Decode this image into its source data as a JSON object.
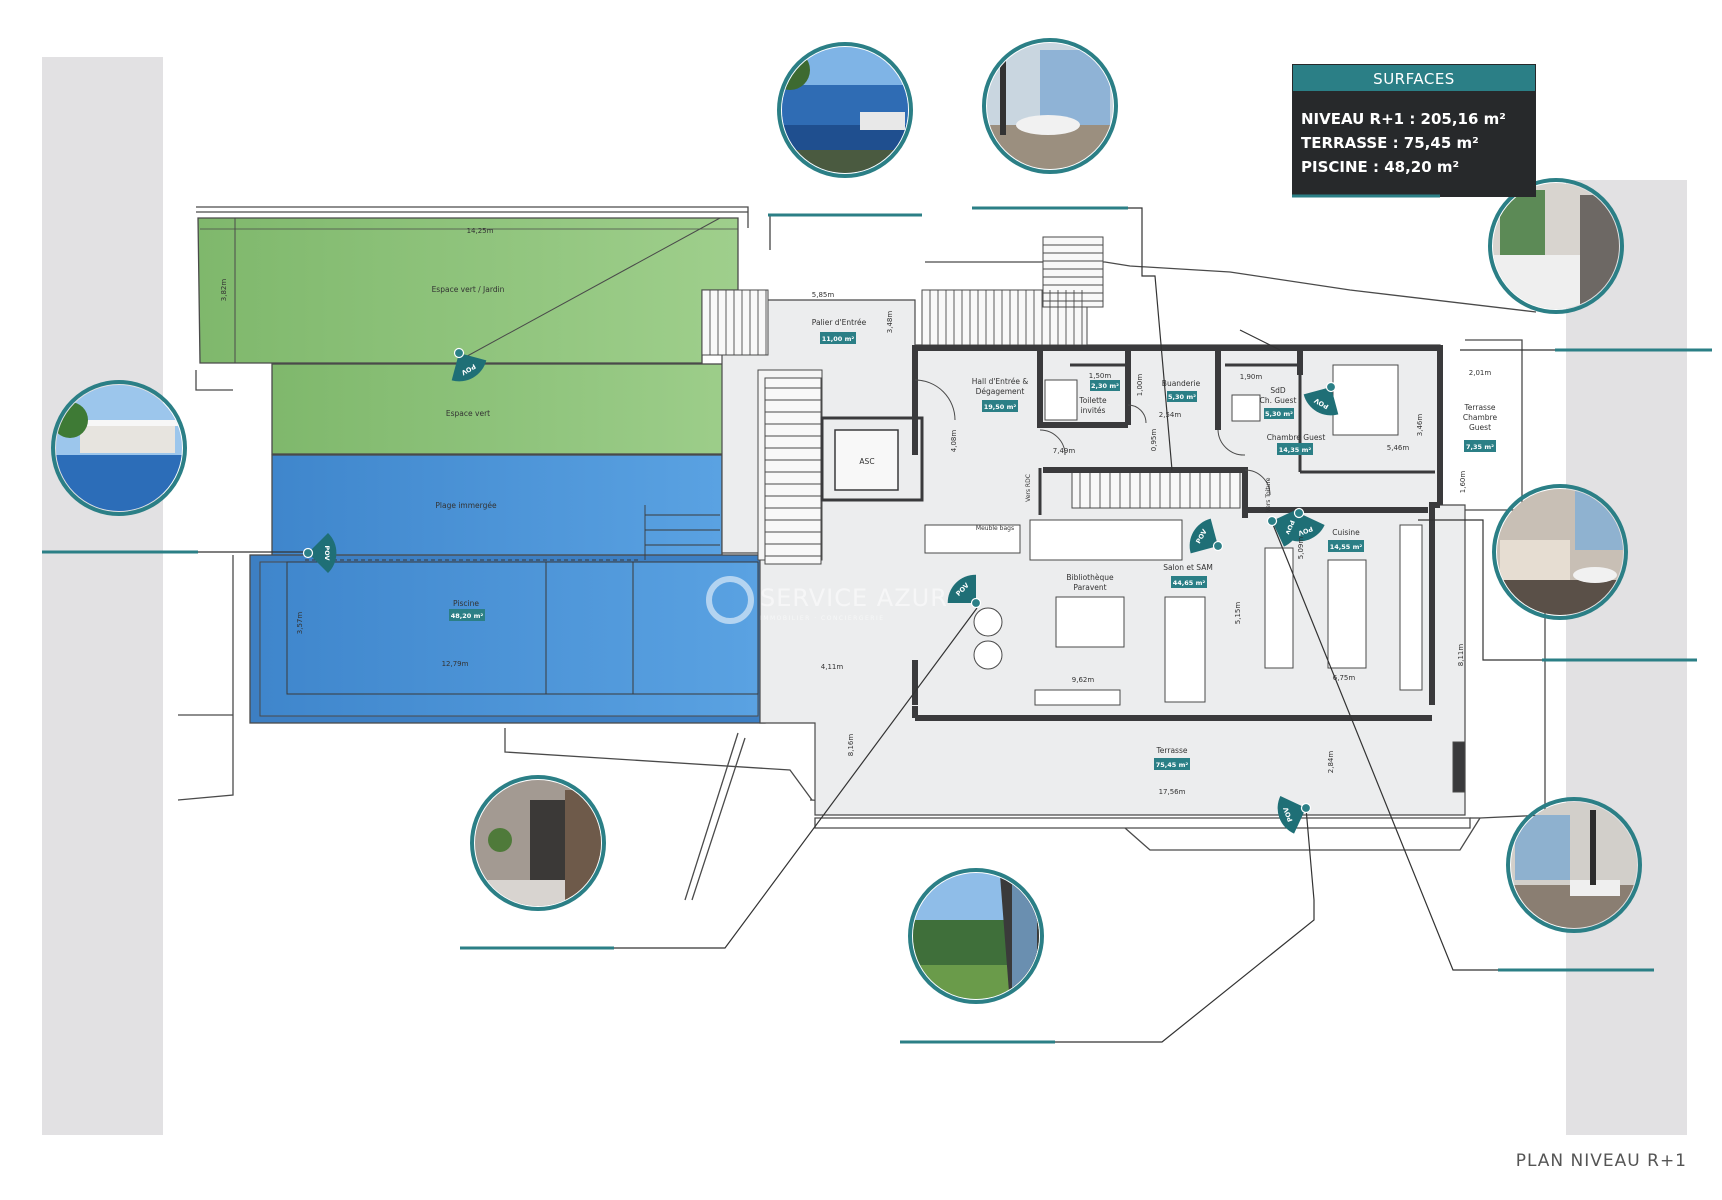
{
  "colors": {
    "teal": "#2b7f86",
    "teal_dark": "#1f5f66",
    "dark_panel": "#27292b",
    "garden": "#8fc47c",
    "garden_dark": "#79b568",
    "pool": "#4b90d3",
    "pool_light": "#5aa0e0",
    "wall": "#3a3a3c",
    "floor": "#ecedee",
    "band": "#e2e1e3"
  },
  "surfaces": {
    "title": "SURFACES",
    "lines": [
      "NIVEAU R+1 : 205,16 m²",
      "TERRASSE : 75,45 m²",
      "PISCINE : 48,20 m²"
    ]
  },
  "footer": {
    "label": "PLAN NIVEAU R+1"
  },
  "watermark": {
    "name": "SERVICE AZUR",
    "tagline": "IMMOBILIER · CONCIERGERIE"
  },
  "rooms": {
    "jardin": "Espace vert / Jardin",
    "espace_vert": "Espace vert",
    "plage": "Plage immergée",
    "piscine": "Piscine",
    "piscine_area": "48,20 m²",
    "palier": "Palier d'Entrée",
    "palier_area": "11,00 m²",
    "asc": "ASC",
    "hall_1": "Hall d'Entrée &",
    "hall_2": "Dégagement",
    "hall_area": "19,50 m²",
    "toilette_1": "Toilette",
    "toilette_2": "invités",
    "toilette_area": "2,30 m²",
    "buanderie": "Buanderie",
    "buanderie_area": "5,30 m²",
    "sdd": "SdD",
    "ch_guest_small": "Ch. Guest",
    "sdd_area": "5,30 m²",
    "chambre_guest": "Chambre Guest",
    "chambre_area": "14,35 m²",
    "terrasse_ch_1": "Terrasse",
    "terrasse_ch_2": "Chambre",
    "terrasse_ch_3": "Guest",
    "terrasse_ch_area": "7,35 m²",
    "meuble": "Meuble bags",
    "biblio_1": "Bibliothèque",
    "biblio_2": "Paravent",
    "salon": "Salon et SAM",
    "salon_area": "44,65 m²",
    "cuisine": "Cuisine",
    "cuisine_area": "14,55 m²",
    "terrasse": "Terrasse",
    "terrasse_area": "75,45 m²"
  },
  "dims": {
    "d1": "14,25m",
    "d2": "3,82m",
    "d3": "5,85m",
    "d4": "3,48m",
    "d5": "4,08m",
    "d6": "7,49m",
    "d7": "1,50m",
    "d8": "1,00m",
    "d9": "2,54m",
    "d10": "1,60m",
    "d11": "0,95m",
    "d12": "1,90m",
    "d13": "3,46m",
    "d14": "5,46m",
    "d15": "2,01m",
    "d16": "1,60m",
    "d17": "5,09m",
    "d18": "5,15m",
    "d19": "6,75m",
    "d20": "8,11m",
    "d21": "9,62m",
    "d22": "4,11m",
    "d23": "12,79m",
    "d24": "3,57m",
    "d25": "8,16m",
    "d26": "2,84m",
    "d27": "17,56m",
    "vers": "Vers RDC",
    "vers2": "Vers Toiture"
  },
  "pov_label": "POV"
}
